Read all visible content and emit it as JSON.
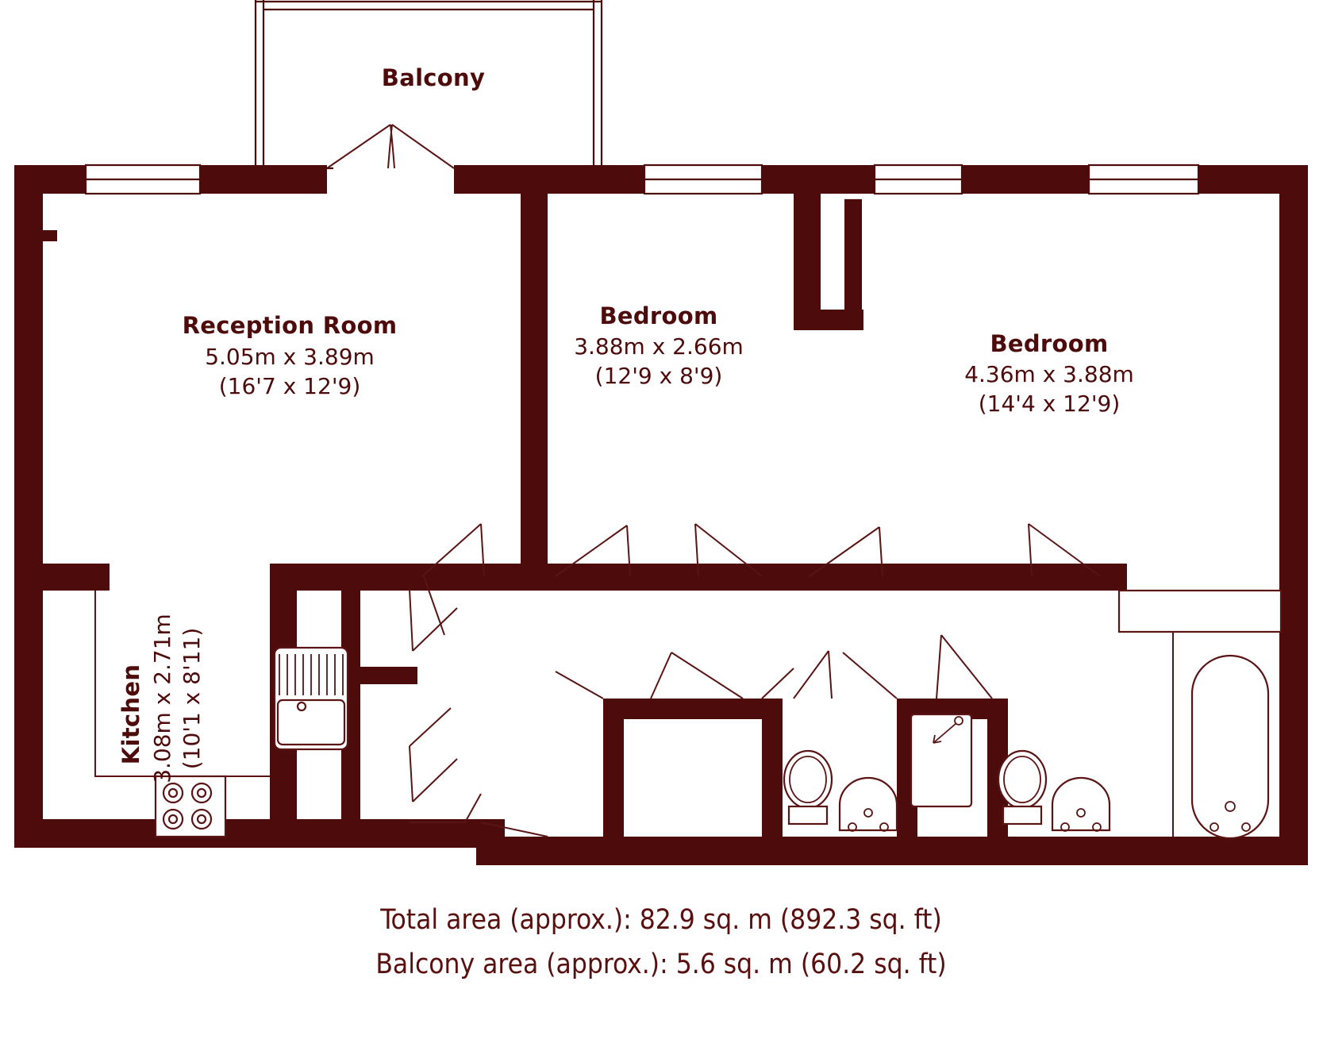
{
  "plan": {
    "line_color": "#4d0b0b",
    "wall_color": "#4d0b0b",
    "background": "#ffffff"
  },
  "rooms": [
    {
      "id": "balcony",
      "name": "Balcony",
      "metric": "",
      "imperial": ""
    },
    {
      "id": "reception-room",
      "name": "Reception Room",
      "metric": "5.05m x 3.89m",
      "imperial": "(16'7 x 12'9)"
    },
    {
      "id": "bedroom-middle",
      "name": "Bedroom",
      "metric": "3.88m x 2.66m",
      "imperial": "(12'9 x 8'9)"
    },
    {
      "id": "bedroom-right",
      "name": "Bedroom",
      "metric": "4.36m x 3.88m",
      "imperial": "(14'4 x 12'9)"
    },
    {
      "id": "kitchen",
      "name": "Kitchen",
      "metric": "3.08m x 2.71m",
      "imperial": "(10'1 x 8'11)"
    }
  ],
  "areas": {
    "total": "Total area (approx.): 82.9 sq. m (892.3 sq. ft)",
    "balcony": "Balcony area (approx.): 5.6 sq. m (60.2 sq. ft)"
  },
  "fixtures": [
    {
      "id": "kitchen-sink",
      "name": "sink-fixture"
    },
    {
      "id": "kitchen-hob",
      "name": "hob-fixture"
    },
    {
      "id": "wc-left",
      "name": "toilet-fixture"
    },
    {
      "id": "basin-left",
      "name": "basin-fixture"
    },
    {
      "id": "shower",
      "name": "shower-fixture"
    },
    {
      "id": "wc-right",
      "name": "toilet-fixture"
    },
    {
      "id": "basin-right",
      "name": "basin-fixture"
    },
    {
      "id": "bath",
      "name": "bathtub-fixture"
    }
  ]
}
